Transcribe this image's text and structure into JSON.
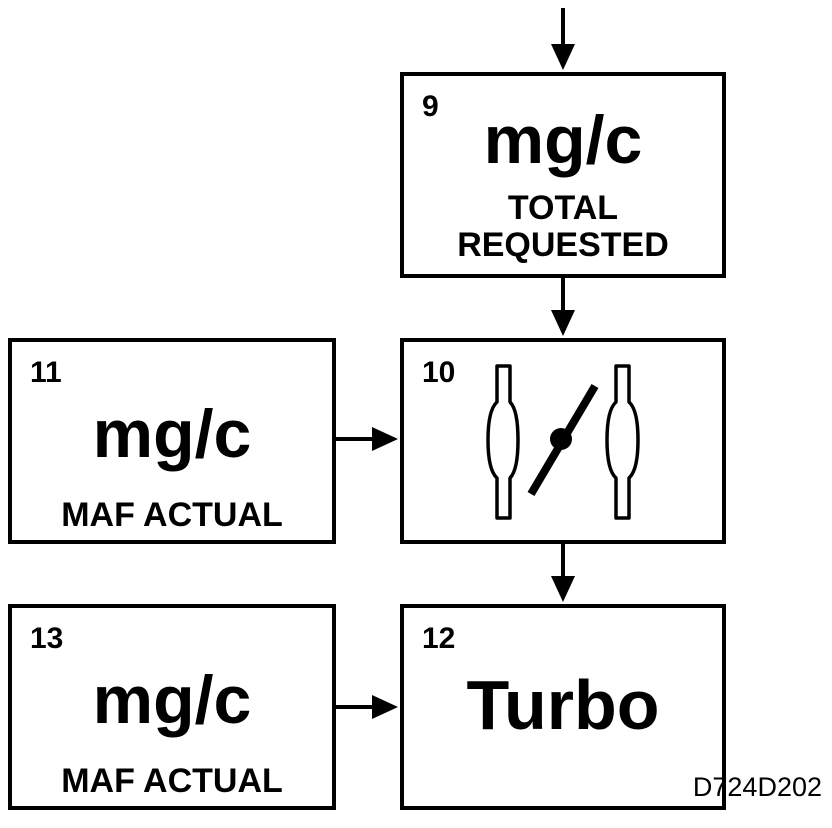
{
  "box9": {
    "number": "9",
    "value": "mg/c",
    "caption_line1": "TOTAL",
    "caption_line2": "REQUESTED"
  },
  "box10": {
    "number": "10",
    "icon": "throttle-valve-icon"
  },
  "box11": {
    "number": "11",
    "value": "mg/c",
    "caption": "MAF ACTUAL"
  },
  "box12": {
    "number": "12",
    "value": "Turbo"
  },
  "box13": {
    "number": "13",
    "value": "mg/c",
    "caption": "MAF ACTUAL"
  },
  "figure_code": "D724D202"
}
